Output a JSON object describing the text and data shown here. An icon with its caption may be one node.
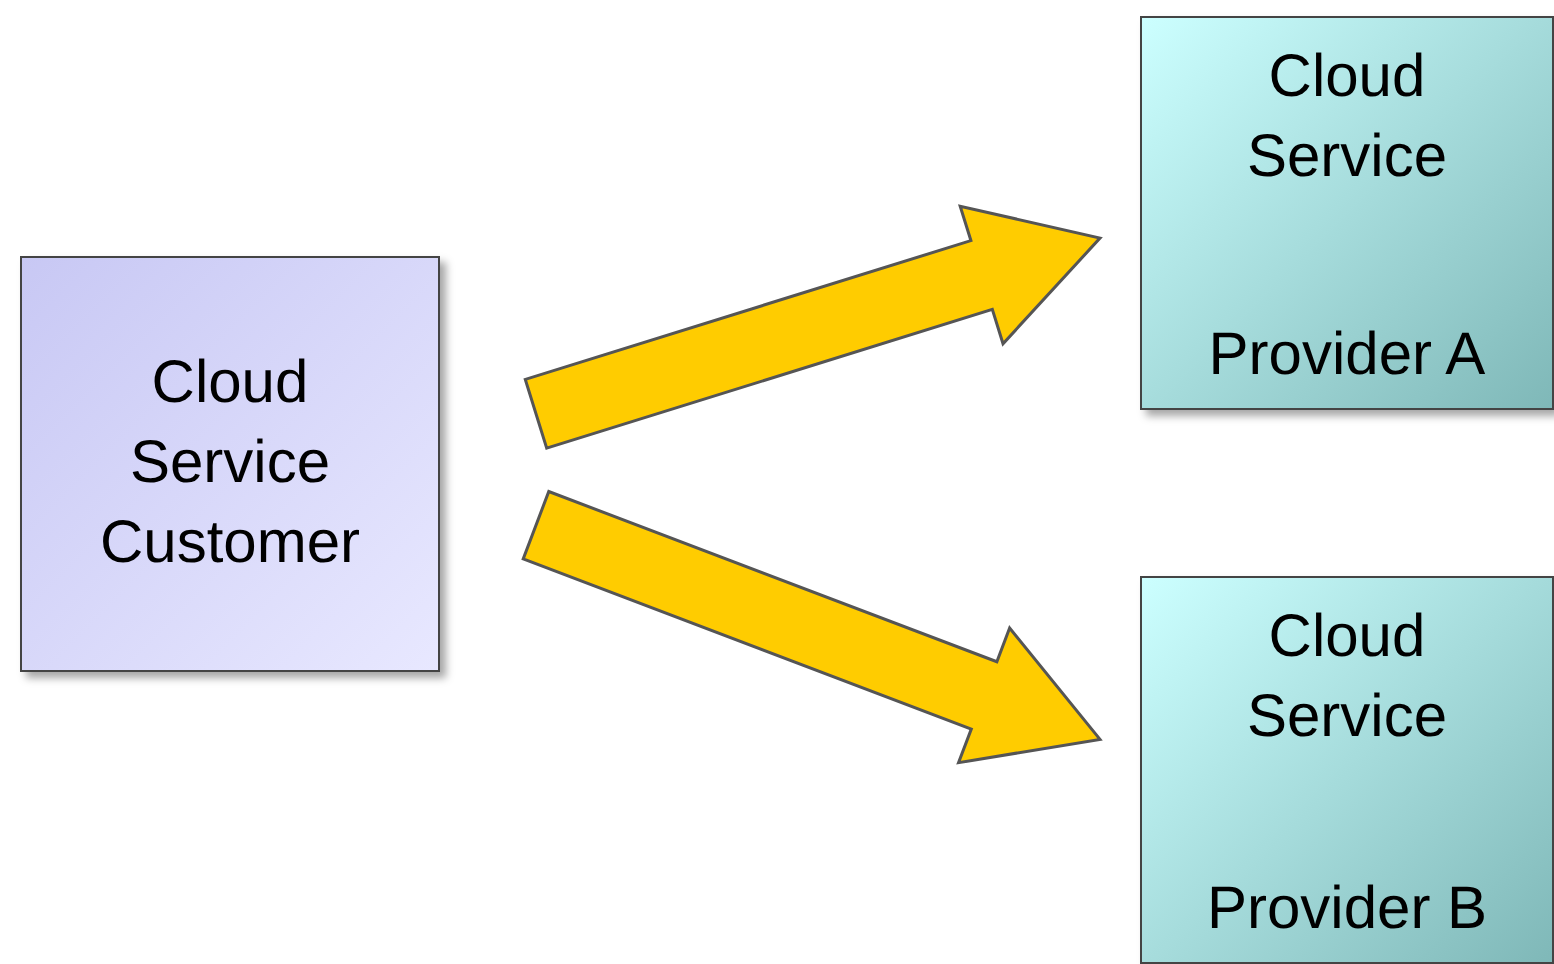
{
  "diagram": {
    "nodes": [
      {
        "text": [
          "Cloud Service Customer"
        ]
      },
      {
        "text": [
          "Cloud Service",
          "Provider A"
        ]
      },
      {
        "text": [
          "Cloud Service",
          "Provider B"
        ]
      }
    ],
    "edges": [
      {
        "from": 0,
        "to": 1,
        "arrow": "to",
        "style": "thick",
        "color": "#ffcc00"
      },
      {
        "from": 0,
        "to": 2,
        "arrow": "to",
        "style": "thick",
        "color": "#ffcc00"
      }
    ]
  }
}
